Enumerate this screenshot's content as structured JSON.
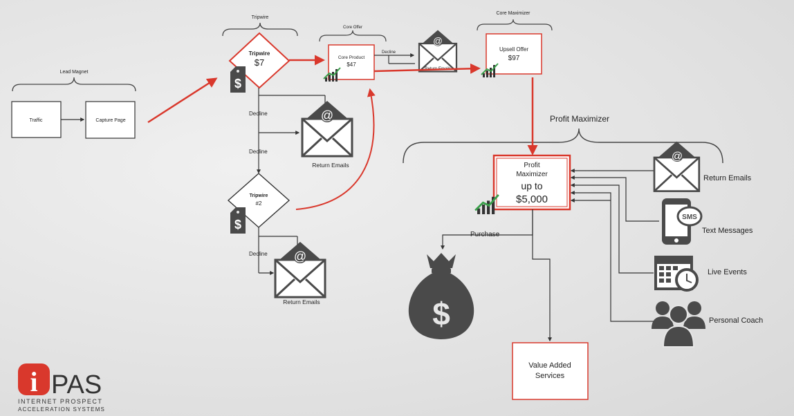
{
  "brackets": {
    "lead_magnet": "Lead Magnet",
    "tripwire": "Tripwire",
    "core_offer": "Core Offer",
    "core_maximizer": "Core Maximizer",
    "profit_maximizer": "Profit Maximizer"
  },
  "nodes": {
    "traffic": "Traffic",
    "capture_page": "Capture Page",
    "tripwire1_title": "Tripwire",
    "tripwire1_price": "$7",
    "tripwire2_title": "Tripwire",
    "tripwire2_sub": "#2",
    "core_product_title": "Core Product",
    "core_product_price": "$47",
    "upsell_title": "Upsell Offer",
    "upsell_price": "$97",
    "profit_line1": "Profit",
    "profit_line2": "Maximizer",
    "profit_line3": "up to",
    "profit_line4": "$5,000",
    "value_added_line1": "Value Added",
    "value_added_line2": "Services"
  },
  "edge_labels": {
    "decline_top": "Decline",
    "decline_mid": "Decline",
    "decline_bottom": "Decline",
    "decline_core": "Decline",
    "purchase": "Purchase"
  },
  "channels": {
    "return_emails_1": "Return Emails",
    "return_emails_2": "Return Emails",
    "return_emails_core": "Return Emails",
    "return_emails_profit": "Return Emails",
    "text_messages": "Text Messages",
    "live_events": "Live Events",
    "personal_coach": "Personal Coach",
    "sms_badge": "SMS",
    "at_symbol": "@"
  },
  "price_tag_symbol": "$",
  "logo": {
    "wordmark": "PAS",
    "line1": "INTERNET PROSPECT",
    "line2": "ACCELERATION SYSTEMS"
  },
  "colors": {
    "accent_red": "#d9382c",
    "icon_dark": "#4a4a4a",
    "line_dark": "#333333"
  }
}
